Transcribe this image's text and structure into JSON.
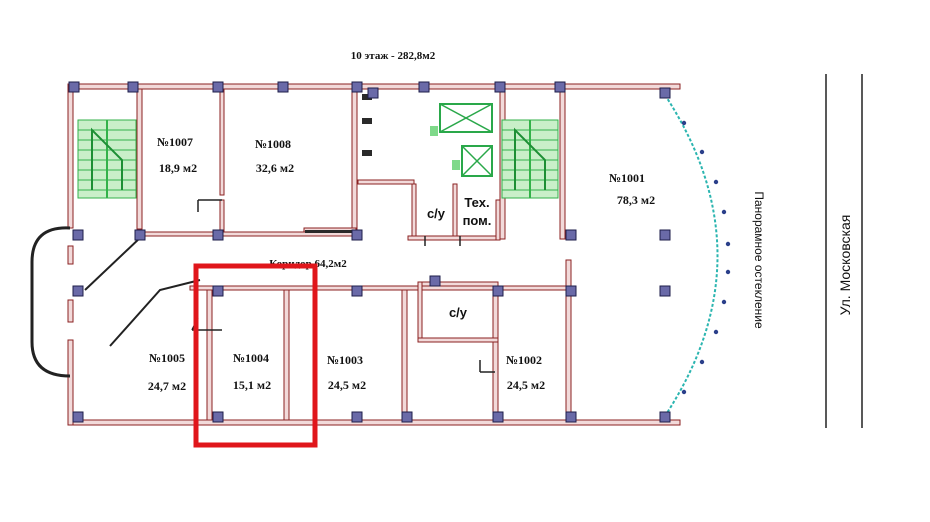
{
  "page_title": "10 этаж - 282,8м2",
  "street": "Ул. Московская",
  "glazing": "Панорамное остекление",
  "corridor": "Коридор 64,2м2",
  "rooms": [
    {
      "id": "1007",
      "number": "№1007",
      "area": "18,9 м2"
    },
    {
      "id": "1008",
      "number": "№1008",
      "area": "32,6 м2"
    },
    {
      "id": "1001",
      "number": "№1001",
      "area": "78,3 м2"
    },
    {
      "id": "1005",
      "number": "№1005",
      "area": "24,7 м2"
    },
    {
      "id": "1004",
      "number": "№1004",
      "area": "15,1 м2"
    },
    {
      "id": "1003",
      "number": "№1003",
      "area": "24,5 м2"
    },
    {
      "id": "1002",
      "number": "№1002",
      "area": "24,5 м2"
    }
  ],
  "bathroom_labels": [
    "с/у",
    "с/у"
  ],
  "tech_room": {
    "line1": "Тех.",
    "line2": "пом."
  },
  "highlight": {
    "room": "№1004",
    "color": "#e0161b"
  },
  "colors": {
    "wall": "#8b2222",
    "wall_fill": "#f2dada",
    "column": "#6a6aa8",
    "stairs": "#33b24a",
    "glass": "#2bb5b0",
    "elevator": "#2aa84a"
  }
}
